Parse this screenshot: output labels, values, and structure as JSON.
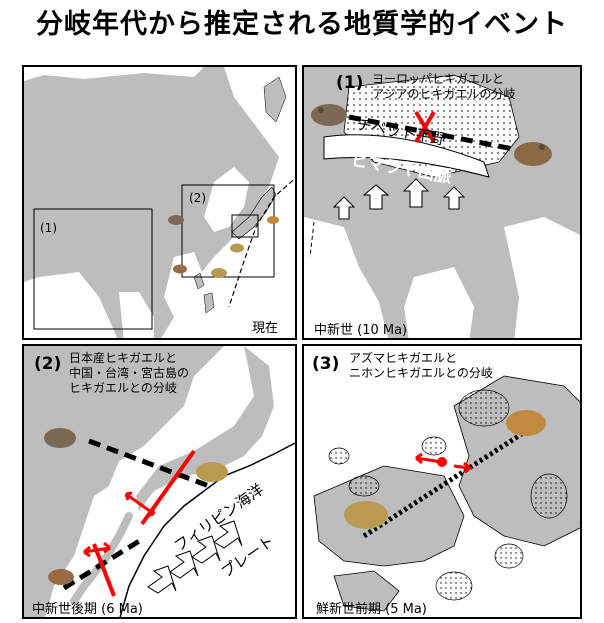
{
  "title": "分岐年代から推定される地質学的イベント",
  "colors": {
    "land": "#bdbdbd",
    "sea": "#ffffff",
    "route": "#000000",
    "barrier": "#ff0000",
    "toad_brown": "#8a6a3a",
    "toad_gold": "#c99a3e"
  },
  "panel_a": {
    "box1_label": "(1)",
    "box2_label": "(2)",
    "era": "現在"
  },
  "panel_b": {
    "number": "(1)",
    "caption": [
      "ヨーロッパヒキガエルと",
      "アジアのヒキガエルの分岐"
    ],
    "plateau_label": "チベット平野",
    "mountain_label": "ヒマラヤ山脈",
    "era": "中新世 (10 Ma)"
  },
  "panel_c": {
    "number": "(2)",
    "caption": [
      "日本産ヒキガエルと",
      "中国・台湾・宮古島の",
      "ヒキガエルとの分岐"
    ],
    "plate_label": "フィリピン海洋",
    "plate_label2": "プレート",
    "era": "中新世後期 (6 Ma)"
  },
  "panel_d": {
    "number": "(3)",
    "caption": [
      "アズマヒキガエルと",
      "ニホンヒキガエルとの分岐"
    ],
    "era": "鮮新世前期 (5 Ma)"
  }
}
